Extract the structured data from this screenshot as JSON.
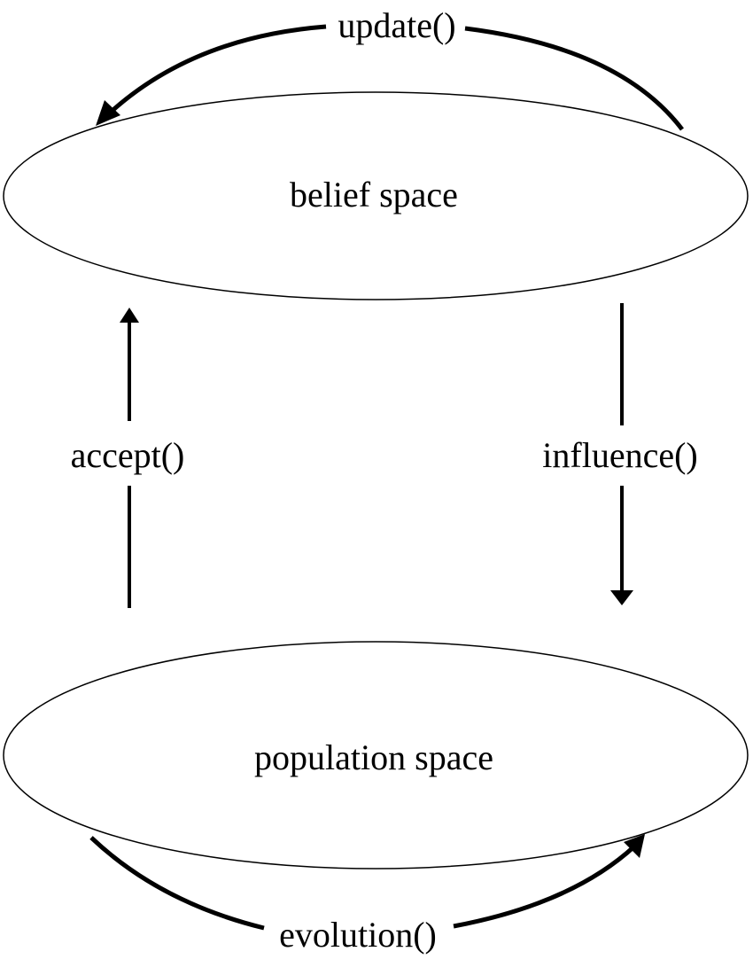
{
  "nodes": {
    "belief": {
      "label": "belief space"
    },
    "population": {
      "label": "population space"
    }
  },
  "edges": {
    "update": {
      "label": "update()",
      "from": "belief",
      "to": "belief"
    },
    "accept": {
      "label": "accept()",
      "from": "population",
      "to": "belief"
    },
    "influence": {
      "label": "influence()",
      "from": "belief",
      "to": "population"
    },
    "evolution": {
      "label": "evolution()",
      "from": "population",
      "to": "population"
    }
  }
}
